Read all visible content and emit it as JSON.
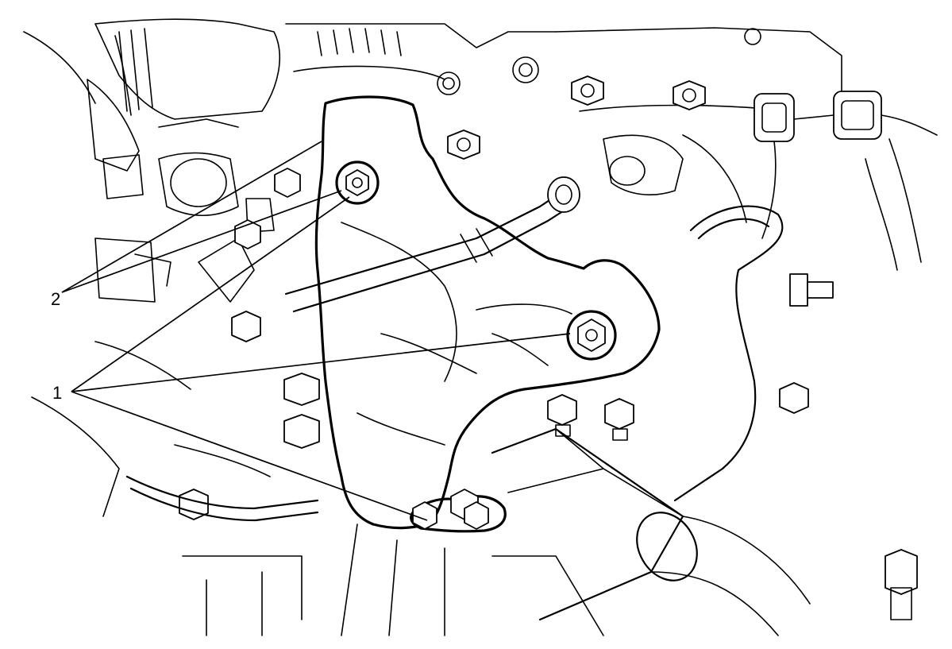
{
  "callouts": [
    {
      "label": "1",
      "target": "heat-shield-bolts"
    },
    {
      "label": "2",
      "target": "heat-shield-upper-bolt"
    }
  ],
  "colors": {
    "line": "#000000",
    "background": "#ffffff"
  }
}
